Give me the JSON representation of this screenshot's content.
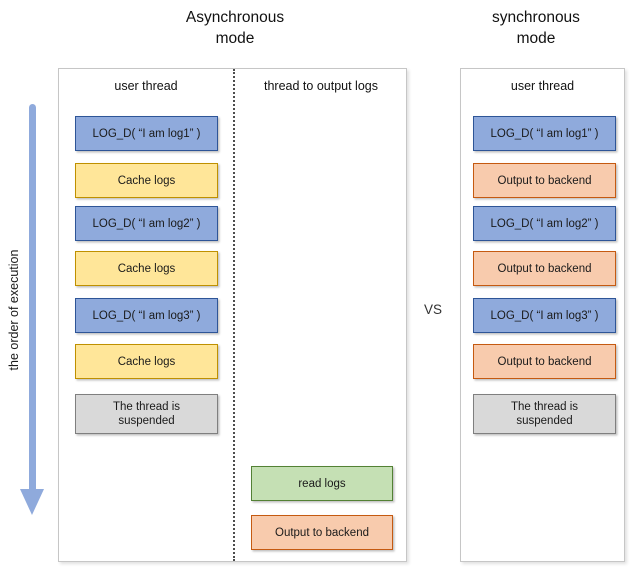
{
  "titles": {
    "async_line1": "Asynchronous",
    "async_line2": "mode",
    "sync_line1": "synchronous",
    "sync_line2": "mode"
  },
  "vs_label": "VS",
  "execution_axis_label": "the order of execution",
  "async_panel": {
    "columns": {
      "user_thread": "user thread",
      "output_thread": "thread to output logs"
    },
    "user_thread_steps": [
      {
        "label": "LOG_D( “I am log1” )",
        "kind": "log-call"
      },
      {
        "label": "Cache logs",
        "kind": "cache"
      },
      {
        "label": "LOG_D( “I am log2” )",
        "kind": "log-call"
      },
      {
        "label": "Cache logs",
        "kind": "cache"
      },
      {
        "label": "LOG_D( “I am log3” )",
        "kind": "log-call"
      },
      {
        "label": "Cache logs",
        "kind": "cache"
      },
      {
        "label": "The thread is\nsuspended",
        "kind": "suspended"
      }
    ],
    "output_thread_steps": [
      {
        "label": "read logs",
        "kind": "read"
      },
      {
        "label": "Output to backend",
        "kind": "output"
      }
    ]
  },
  "sync_panel": {
    "columns": {
      "user_thread": "user thread"
    },
    "user_thread_steps": [
      {
        "label": "LOG_D( “I am log1” )",
        "kind": "log-call"
      },
      {
        "label": "Output to backend",
        "kind": "output"
      },
      {
        "label": "LOG_D( “I am log2” )",
        "kind": "log-call"
      },
      {
        "label": "Output to backend",
        "kind": "output"
      },
      {
        "label": "LOG_D( “I am log3” )",
        "kind": "log-call"
      },
      {
        "label": "Output to backend",
        "kind": "output"
      },
      {
        "label": "The thread is\nsuspended",
        "kind": "suspended"
      }
    ]
  },
  "colors": {
    "log_call_fill": "#8FAADC",
    "log_call_border": "#2E5597",
    "cache_fill": "#FFE699",
    "cache_border": "#BF9000",
    "output_fill": "#F8CBAD",
    "output_border": "#C55A11",
    "read_fill": "#C5E0B4",
    "read_border": "#538135",
    "suspended_fill": "#D9D9D9",
    "suspended_border": "#7F7F7F",
    "arrow": "#8FAADC"
  }
}
